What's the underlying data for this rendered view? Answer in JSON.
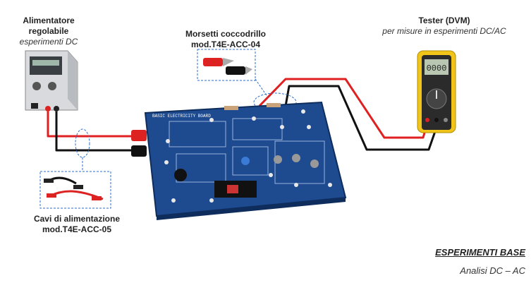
{
  "power_supply": {
    "title": "Alimentatore regolabile",
    "subtitle": "esperimenti DC"
  },
  "clips": {
    "title": "Morsetti coccodrillo",
    "code": "mod.T4E-ACC-04"
  },
  "tester": {
    "title": "Tester (DVM)",
    "subtitle": "per misure in esperimenti DC/AC",
    "display": "0000"
  },
  "cables": {
    "title": "Cavi di alimentazione",
    "code": "mod.T4E-ACC-05"
  },
  "board": {
    "label": "BASIC ELECTRICITY BOARD"
  },
  "footer": {
    "title": "ESPERIMENTI BASE",
    "subtitle": "Analisi DC – AC"
  },
  "colors": {
    "board": "#1e4a8f",
    "wire_red": "#e02020",
    "wire_black": "#111111",
    "tester_body": "#f0c419"
  }
}
